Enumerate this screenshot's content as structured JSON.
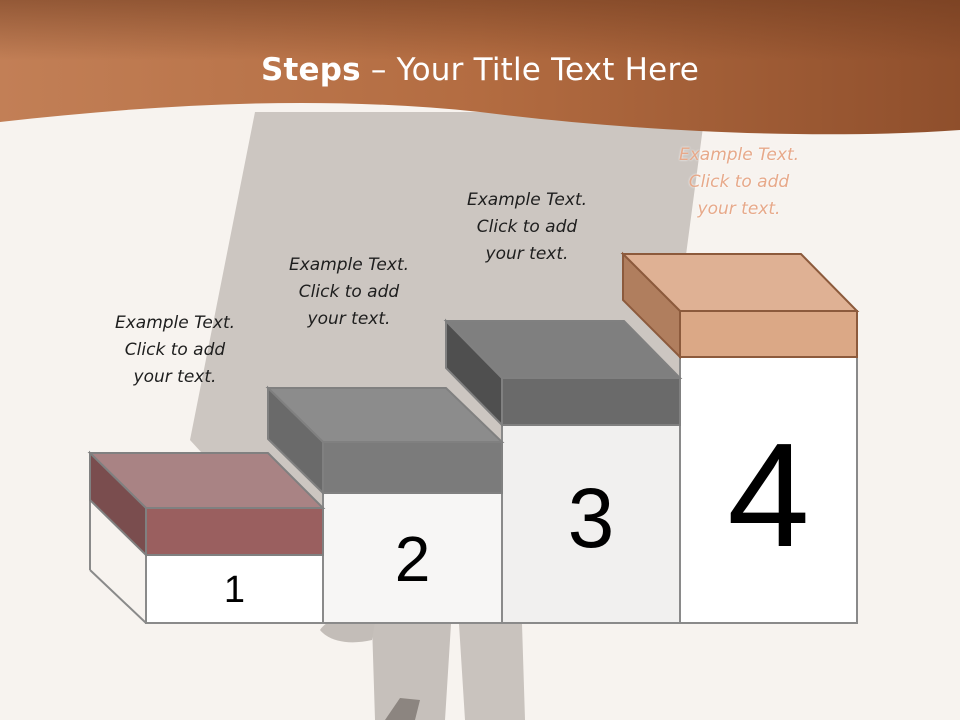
{
  "slide": {
    "title_bold": "Steps",
    "title_rest": " – Your Title Text Here",
    "colors": {
      "header_brown": "#b8693a",
      "step1": "#9a5f5f",
      "step2": "#7b7b7b",
      "step3": "#6a6a6a",
      "step4": "#dfae8c"
    },
    "steps": [
      {
        "number": "1",
        "caption": [
          "Example Text.",
          "Click  to add",
          "your text."
        ]
      },
      {
        "number": "2",
        "caption": [
          "Example Text.",
          "Click  to add",
          "your text."
        ]
      },
      {
        "number": "3",
        "caption": [
          "Example Text.",
          "Click  to add",
          "your text."
        ]
      },
      {
        "number": "4",
        "caption": [
          "Example Text.",
          "Click  to add",
          "your text."
        ]
      }
    ]
  }
}
